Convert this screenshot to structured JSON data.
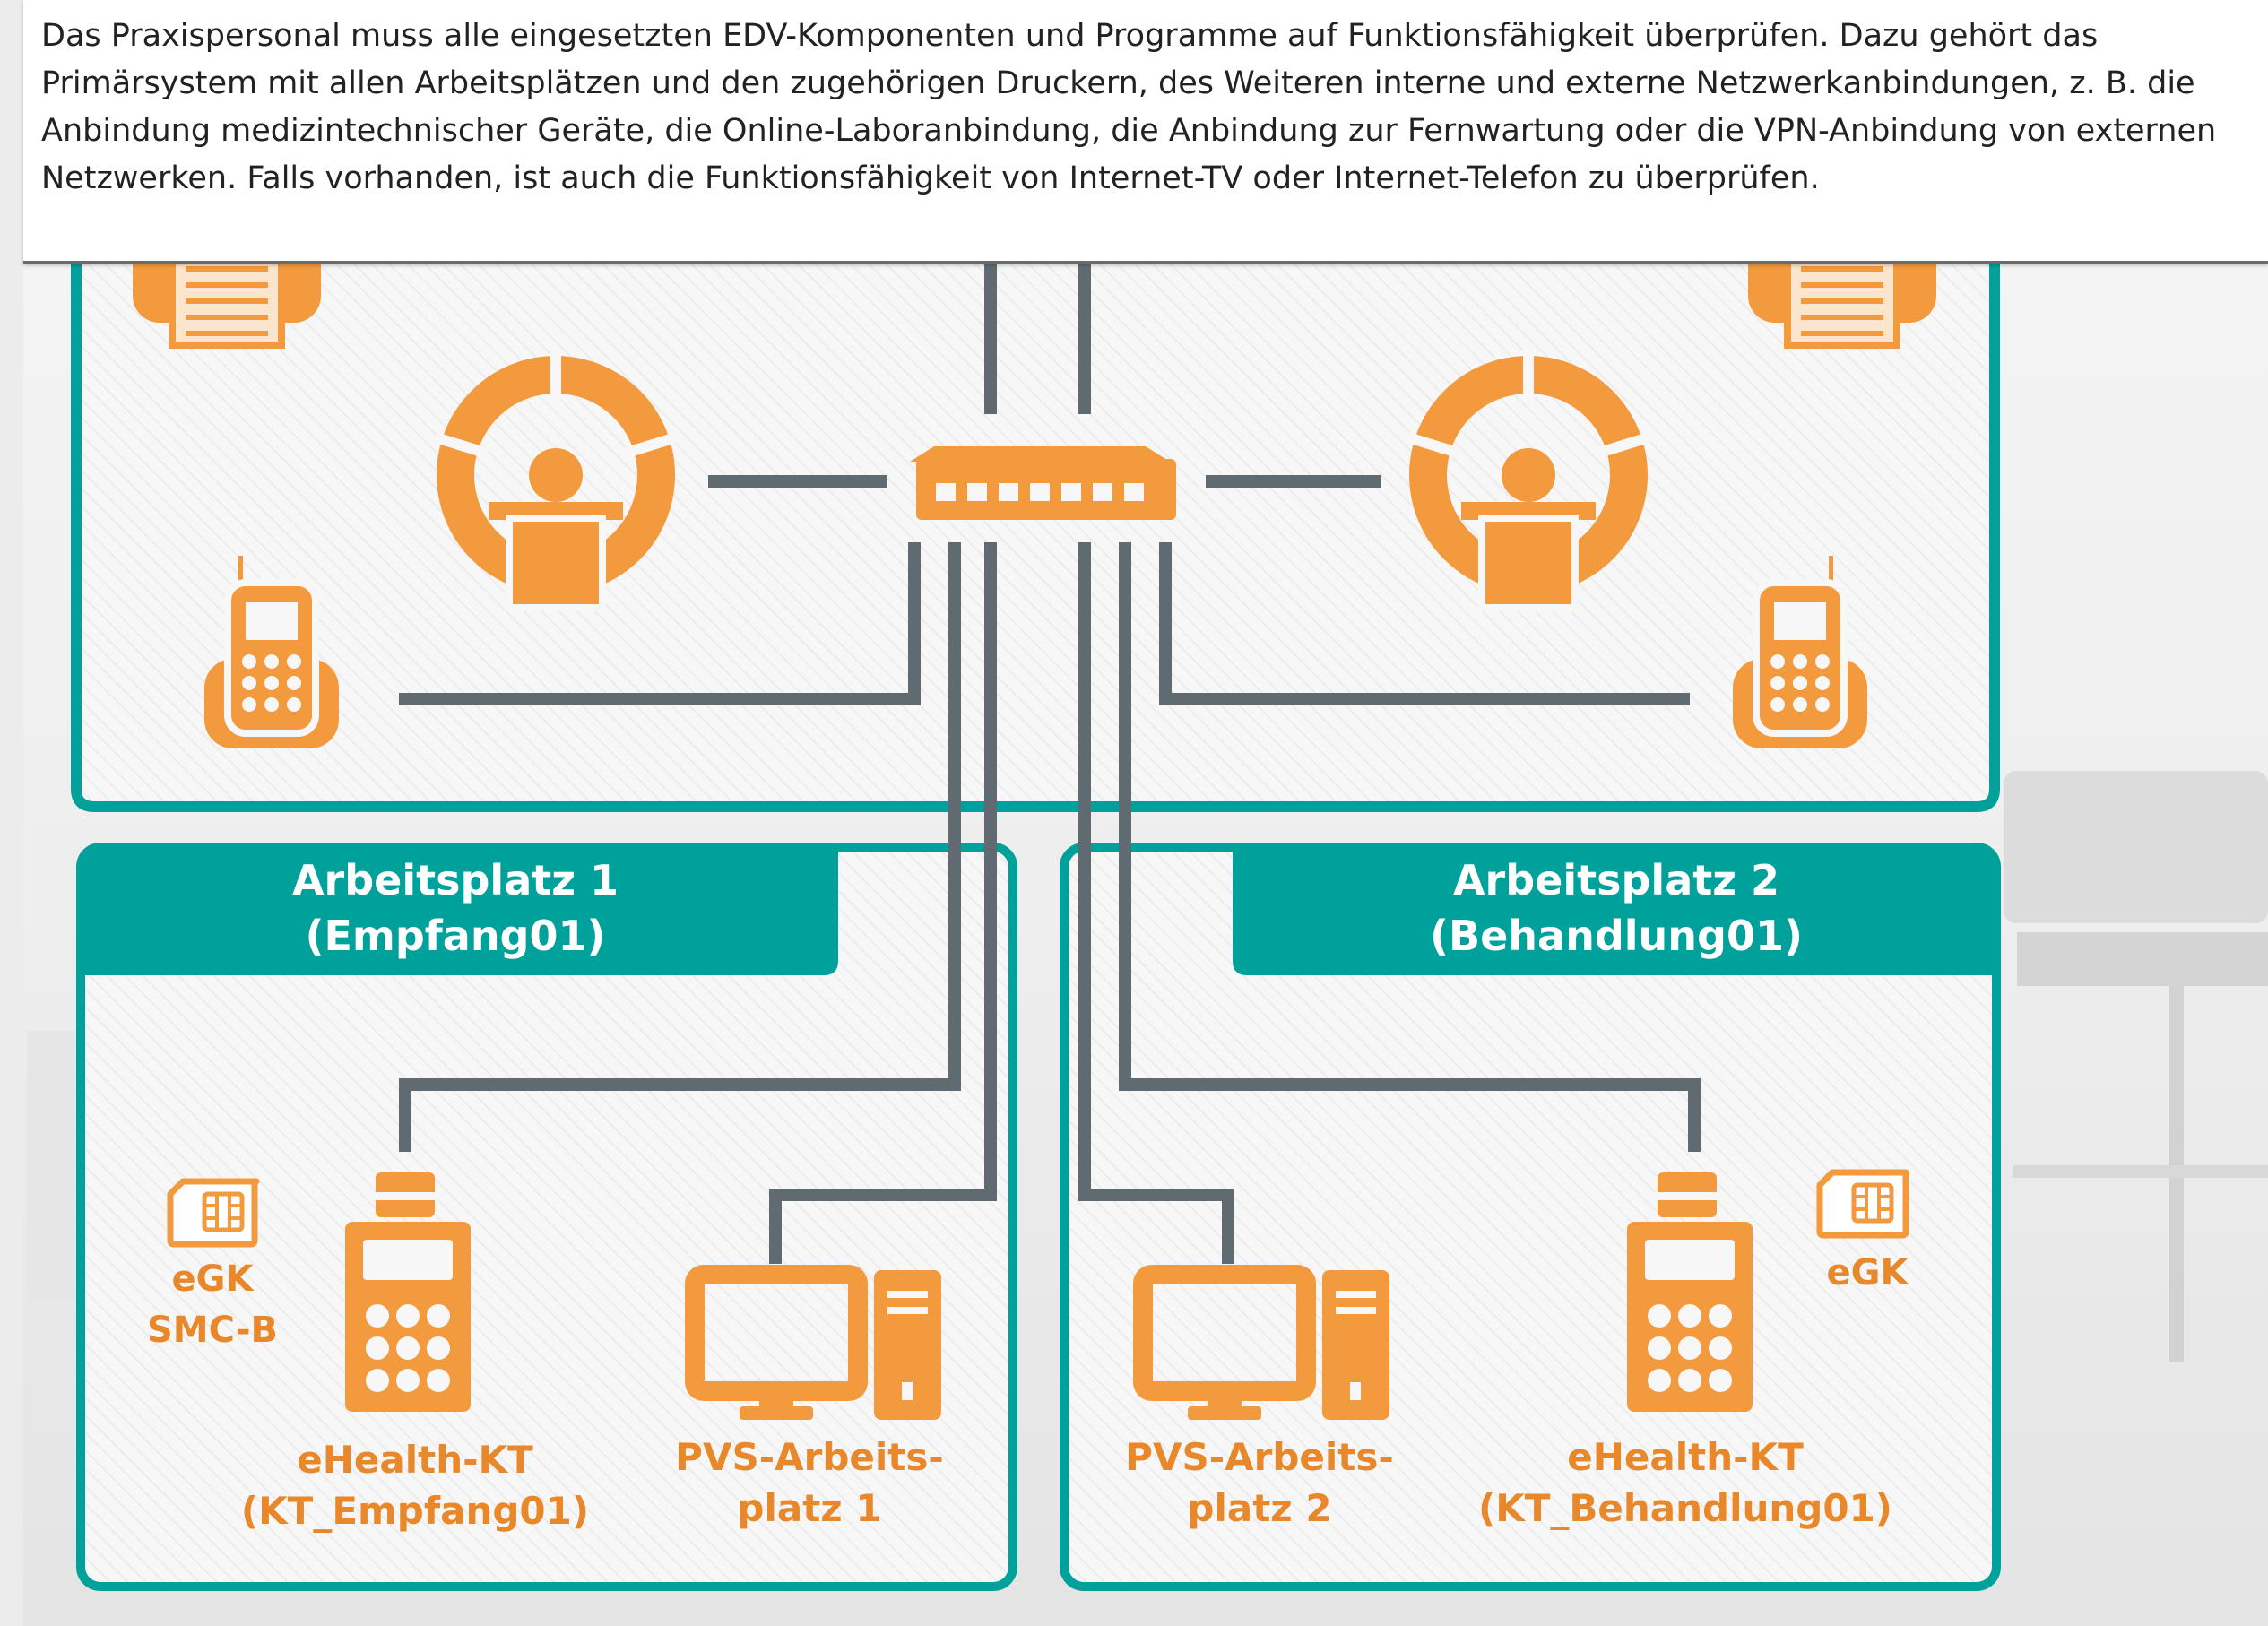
{
  "tooltip": {
    "text": "Das Praxispersonal muss alle eingesetzten EDV-Komponenten und Programme auf Funktionsfähigkeit überprüfen. Dazu gehört das Primärsystem mit allen Arbeitsplätzen und den zugehörigen Druckern, des Weiteren interne und externe Netzwerkanbindungen, z. B. die Anbindung medizintechnischer Geräte, die Online-Laboranbindung, die Anbindung zur Fernwartung oder die VPN-Anbindung von externen Netzwerken. Falls vorhanden, ist auch die Funktionsfähigkeit von Internet-TV oder Internet-Telefon zu überprüfen."
  },
  "workstation1": {
    "title_line1": "Arbeitsplatz 1",
    "title_line2": "(Empfang01)",
    "card_line1": "eGK",
    "card_line2": "SMC-B",
    "terminal_line1": "eHealth-KT",
    "terminal_line2": "(KT_Empfang01)",
    "pc_line1": "PVS-Arbeits-",
    "pc_line2": "platz 1"
  },
  "workstation2": {
    "title_line1": "Arbeitsplatz 2",
    "title_line2": "(Behandlung01)",
    "card_line1": "eGK",
    "terminal_line1": "eHealth-KT",
    "terminal_line2": "(KT_Behandlung01)",
    "pc_line1": "PVS-Arbeits-",
    "pc_line2": "platz 2"
  },
  "colors": {
    "teal": "#00a19a",
    "orange": "#f29a3d",
    "cable": "#5f6b70",
    "label_orange": "#e8882a"
  },
  "icons": [
    "printer-icon",
    "mrt-scanner-icon",
    "network-switch-icon",
    "cordless-phone-icon",
    "card-reader-terminal-icon",
    "chip-card-icon",
    "desktop-pc-icon"
  ]
}
